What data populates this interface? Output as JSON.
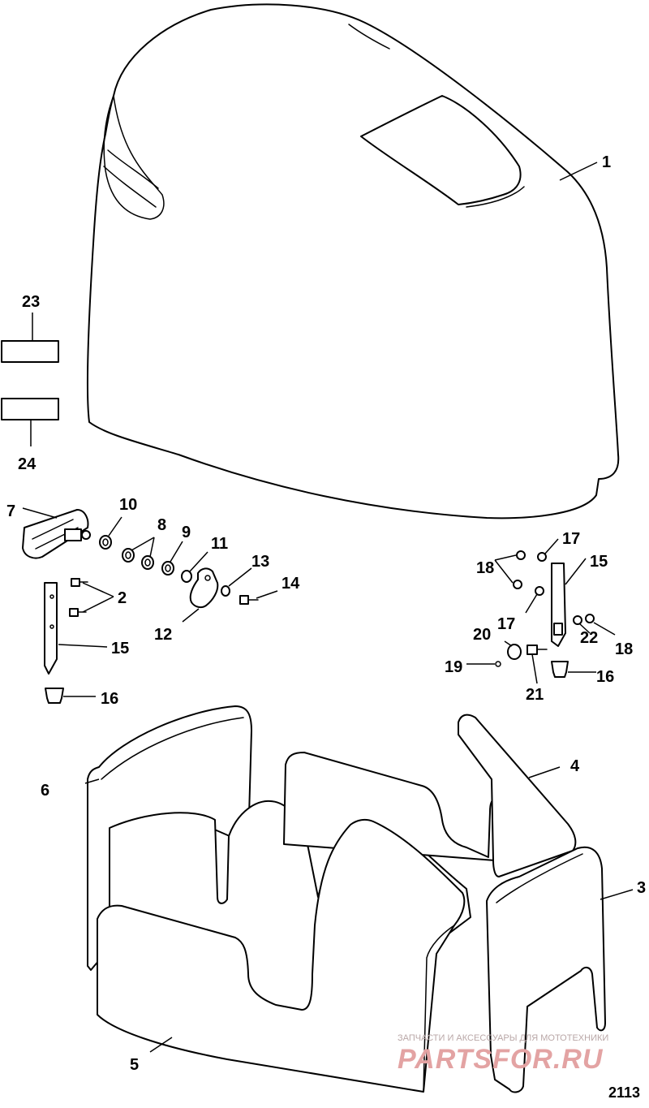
{
  "diagram": {
    "figure_id": "2113",
    "callouts": [
      {
        "id": "c1",
        "label": "1"
      },
      {
        "id": "c2",
        "label": "2"
      },
      {
        "id": "c3",
        "label": "3"
      },
      {
        "id": "c4",
        "label": "4"
      },
      {
        "id": "c5",
        "label": "5"
      },
      {
        "id": "c6",
        "label": "6"
      },
      {
        "id": "c7",
        "label": "7"
      },
      {
        "id": "c8",
        "label": "8"
      },
      {
        "id": "c9",
        "label": "9"
      },
      {
        "id": "c10",
        "label": "10"
      },
      {
        "id": "c11",
        "label": "11"
      },
      {
        "id": "c12",
        "label": "12"
      },
      {
        "id": "c13",
        "label": "13"
      },
      {
        "id": "c14",
        "label": "14"
      },
      {
        "id": "c15a",
        "label": "15"
      },
      {
        "id": "c15b",
        "label": "15"
      },
      {
        "id": "c16a",
        "label": "16"
      },
      {
        "id": "c16b",
        "label": "16"
      },
      {
        "id": "c17a",
        "label": "17"
      },
      {
        "id": "c17b",
        "label": "17"
      },
      {
        "id": "c18a",
        "label": "18"
      },
      {
        "id": "c18b",
        "label": "18"
      },
      {
        "id": "c19",
        "label": "19"
      },
      {
        "id": "c20",
        "label": "20"
      },
      {
        "id": "c21",
        "label": "21"
      },
      {
        "id": "c22",
        "label": "22"
      },
      {
        "id": "c23",
        "label": "23"
      },
      {
        "id": "c24",
        "label": "24"
      }
    ]
  },
  "watermark": {
    "tagline": "ЗАПЧАСТИ И АКСЕССУАРЫ ДЛЯ МОТОТЕХНИКИ",
    "brand": "PARTSFOR.RU",
    "color": "#e3a3a3"
  }
}
